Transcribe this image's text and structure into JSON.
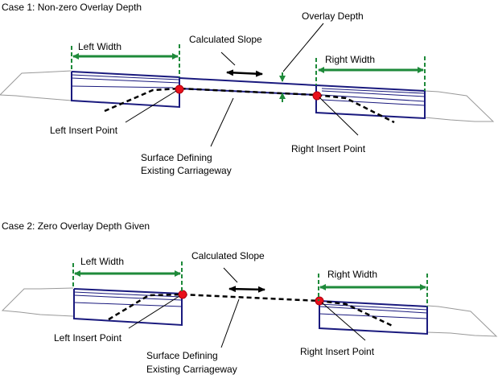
{
  "case1": {
    "title": "Case 1: Non-zero Overlay Depth",
    "labels": {
      "left_width": "Left Width",
      "right_width": "Right Width",
      "calculated_slope": "Calculated Slope",
      "overlay_depth": "Overlay Depth",
      "left_insert_point": "Left Insert Point",
      "right_insert_point": "Right Insert Point",
      "surface_line1": "Surface Defining",
      "surface_line2": "Existing Carriageway"
    }
  },
  "case2": {
    "title": "Case 2: Zero Overlay Depth Given",
    "labels": {
      "left_width": "Left Width",
      "right_width": "Right Width",
      "calculated_slope": "Calculated Slope",
      "left_insert_point": "Left Insert Point",
      "right_insert_point": "Right Insert Point",
      "surface_line1": "Surface Defining",
      "surface_line2": "Existing Carriageway"
    }
  },
  "colors": {
    "pavement": "#1a1a7e",
    "dimension": "#1e8a3a",
    "insert_point": "#e8101a",
    "ground": "#999999",
    "existing_surface": "#000000"
  }
}
